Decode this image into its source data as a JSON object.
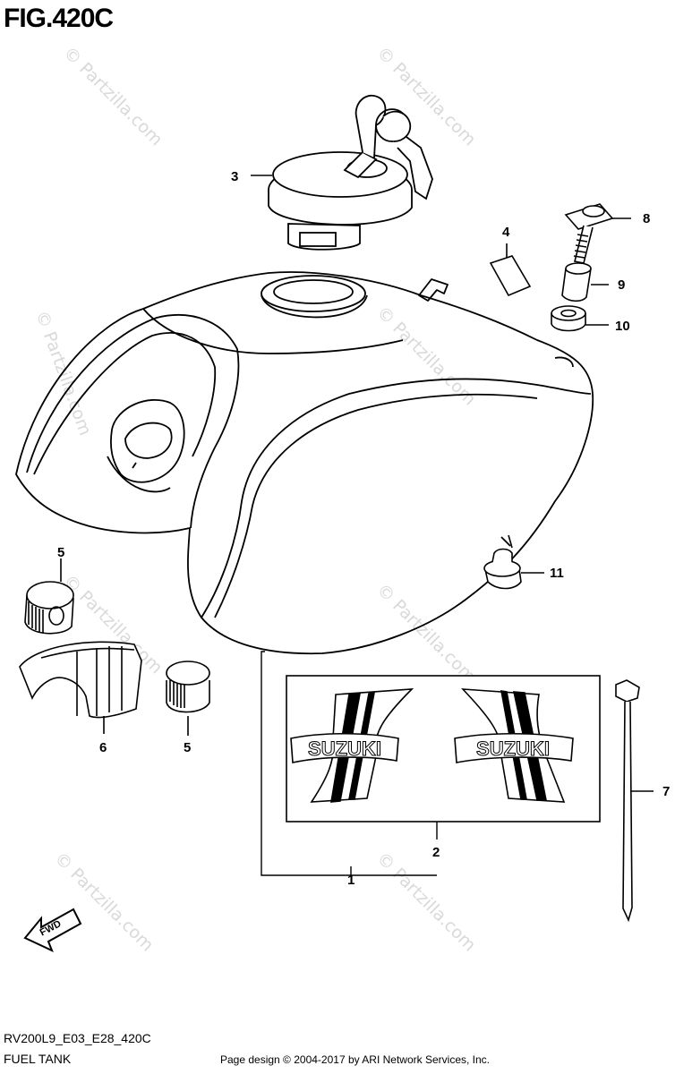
{
  "header": {
    "title": "FIG.420C"
  },
  "callouts": [
    "1",
    "2",
    "3",
    "4",
    "5",
    "5",
    "6",
    "7",
    "8",
    "9",
    "10",
    "11"
  ],
  "watermark": "© Partzilla.com",
  "decal_text": "SUZUKI",
  "fwd_label": "FWD",
  "footer": {
    "code": "RV200L9_E03_E28_420C",
    "name": "FUEL TANK",
    "credit": "Page design © 2004-2017 by ARI Network Services, Inc."
  }
}
